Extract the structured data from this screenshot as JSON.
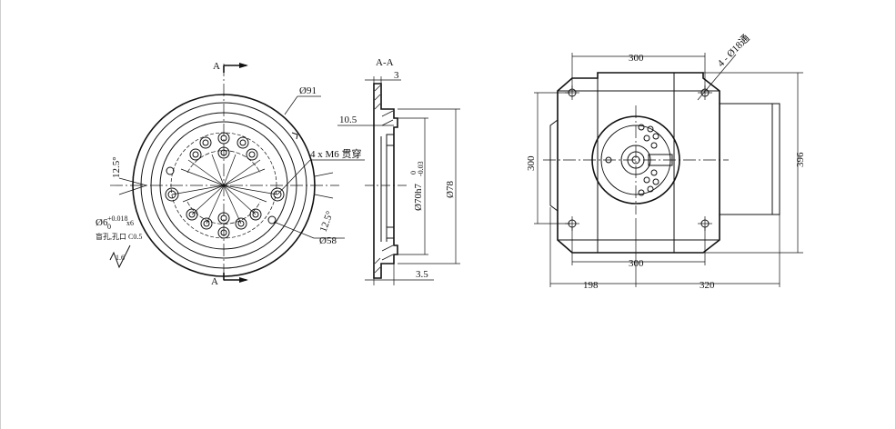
{
  "front_view": {
    "section_mark_top": "A",
    "section_mark_bottom": "A",
    "dia_outer": "Ø91",
    "thread_callout": "4 x M6 贯穿",
    "angle_upper": "12.5°",
    "angle_lower": "12.5°",
    "dia_pcd": "Ø58",
    "pin_hole": "Ø6",
    "pin_tol_upper": "+0.018",
    "pin_tol_lower": "0",
    "pin_count": "x6",
    "pin_note": "盲孔,孔口 C0.5",
    "roughness": "1.6"
  },
  "section_view": {
    "title": "A-A",
    "dim_3": "3",
    "dim_10_5": "10.5",
    "dim_70": "Ø70h7",
    "dim_70_tol_upper": "0",
    "dim_70_tol_lower": "-0.03",
    "dim_78": "Ø78",
    "dim_3_5": "3.5"
  },
  "motor_view": {
    "dim_top": "300",
    "dim_holes": "4 - Ø18通",
    "dim_left": "300",
    "dim_right": "396",
    "dim_bottom_inner": "300",
    "dim_bottom_left": "198",
    "dim_bottom_right": "320"
  }
}
